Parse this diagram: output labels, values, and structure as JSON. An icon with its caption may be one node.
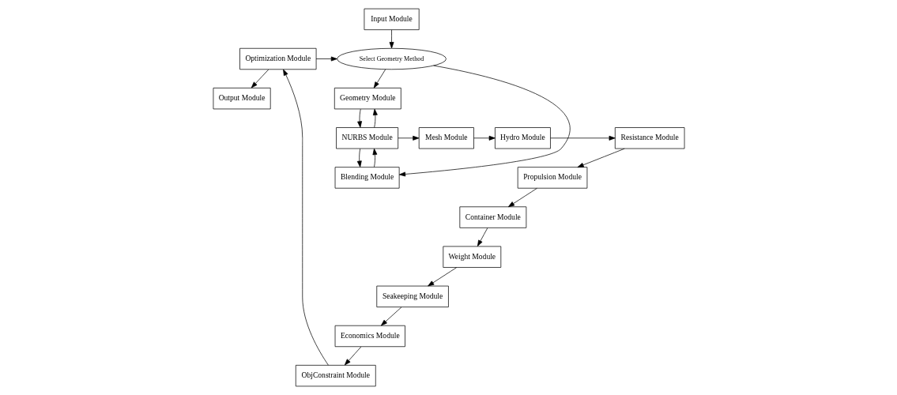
{
  "diagram": {
    "nodes": [
      {
        "text": [
          "Input Module"
        ]
      },
      {
        "text": [
          "Select Geometry Method"
        ]
      },
      {
        "text": [
          "Output Module"
        ]
      },
      {
        "text": [
          "Optimization Module"
        ]
      },
      {
        "text": [
          "Seakeeping Module"
        ]
      },
      {
        "text": [
          "Weight Module"
        ]
      },
      {
        "text": [
          "Economics Module"
        ]
      },
      {
        "text": [
          "Container Module"
        ]
      },
      {
        "text": [
          "ObjConstraint Module"
        ]
      },
      {
        "text": [
          "Propulsion Module"
        ]
      },
      {
        "text": [
          "Geometry Module"
        ]
      },
      {
        "text": [
          "Blending Module"
        ]
      },
      {
        "text": [
          "NURBS Module"
        ]
      },
      {
        "text": [
          "Mesh Module"
        ]
      },
      {
        "text": [
          "Hydro Module"
        ]
      },
      {
        "text": [
          "Resistance Module"
        ]
      }
    ],
    "edges": [
      {
        "from": 0,
        "to": 1,
        "arrow": "to"
      },
      {
        "from": 3,
        "to": 1,
        "arrow": "to"
      },
      {
        "from": 3,
        "to": 2,
        "arrow": "to"
      },
      {
        "from": 5,
        "to": 4,
        "arrow": "to"
      },
      {
        "from": 4,
        "to": 6,
        "arrow": "to"
      },
      {
        "from": 6,
        "to": 8,
        "arrow": "to"
      },
      {
        "from": 8,
        "to": 3,
        "arrow": "to"
      },
      {
        "from": 1,
        "to": 10,
        "arrow": "to"
      },
      {
        "from": 1,
        "to": 11,
        "arrow": "to"
      },
      {
        "from": 12,
        "to": 10,
        "arrow": "to"
      },
      {
        "from": 10,
        "to": 12,
        "arrow": "to"
      },
      {
        "from": 11,
        "to": 12,
        "arrow": "to"
      },
      {
        "from": 12,
        "to": 11,
        "arrow": "to"
      },
      {
        "from": 12,
        "to": 13,
        "arrow": "to"
      },
      {
        "from": 13,
        "to": 14,
        "arrow": "to"
      },
      {
        "from": 14,
        "to": 15,
        "arrow": "to"
      },
      {
        "from": 15,
        "to": 9,
        "arrow": "to"
      },
      {
        "from": 9,
        "to": 7,
        "arrow": "to"
      },
      {
        "from": 7,
        "to": 5,
        "arrow": "to"
      }
    ]
  }
}
